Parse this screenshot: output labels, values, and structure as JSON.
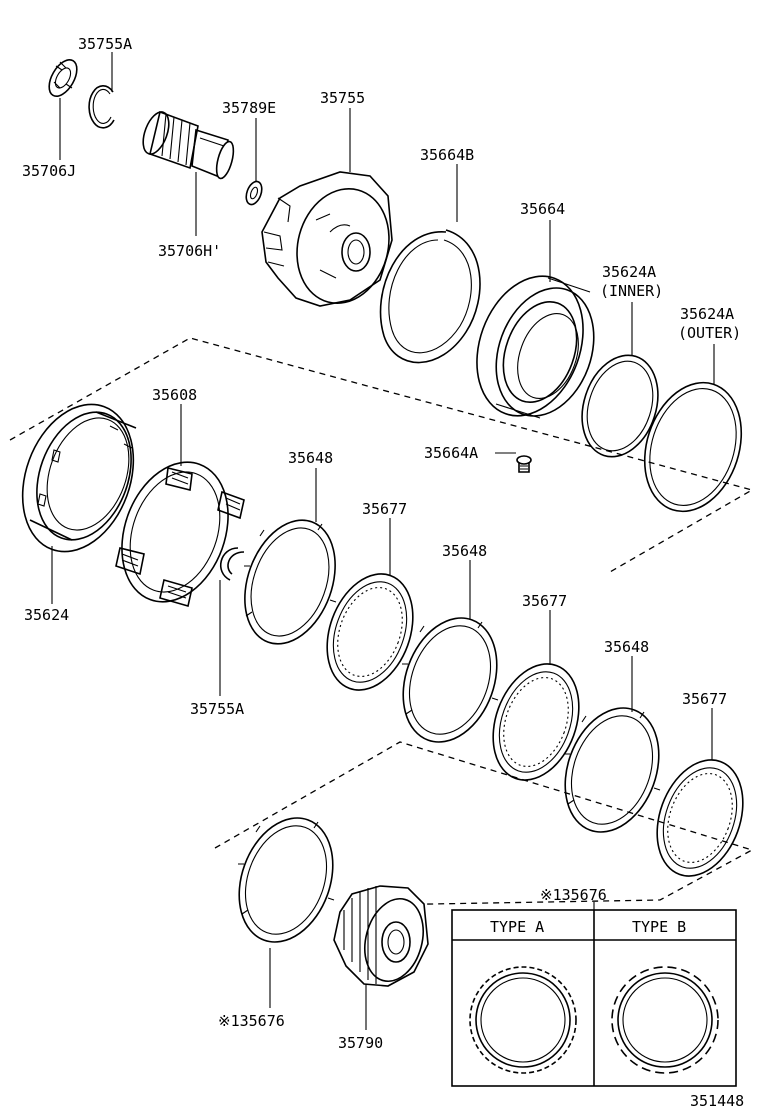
{
  "labels": {
    "p35755A_top": "35755A",
    "p35706J": "35706J",
    "p35789E": "35789E",
    "p35755": "35755",
    "p35706H": "35706H'",
    "p35664B": "35664B",
    "p35664": "35664",
    "p35624A_1": "35624A",
    "p_inner": "(INNER)",
    "p35624A_2": "35624A",
    "p_outer": "(OUTER)",
    "p35608": "35608",
    "p35648_1": "35648",
    "p35664A": "35664A",
    "p35677_1": "35677",
    "p35648_2": "35648",
    "p35677_2": "35677",
    "p35648_3": "35648",
    "p35677_3": "35677",
    "p35624": "35624",
    "p35755A_bottom": "35755A",
    "p35676_top": "※135676",
    "p35676_bottom": "※135676",
    "p35790": "35790",
    "type_a": "TYPE A",
    "type_b": "TYPE B",
    "figure_no": "351448"
  }
}
